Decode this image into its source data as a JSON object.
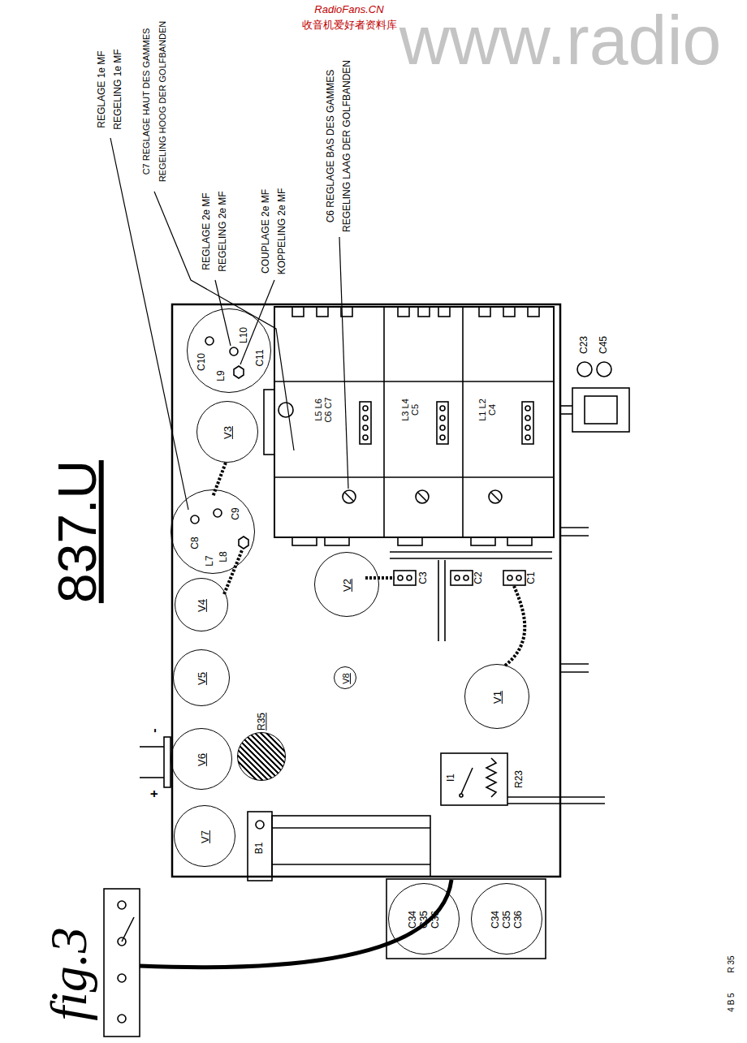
{
  "diagram": {
    "title": "837.U",
    "caption": "fig.3",
    "nodes": [
      {
        "text": [
          "C10",
          "L9",
          "L10",
          "C11"
        ]
      },
      {
        "text": [
          "V3"
        ]
      },
      {
        "text": [
          "C8",
          "L7",
          "L8",
          "C9"
        ]
      },
      {
        "text": [
          "V4"
        ]
      },
      {
        "text": [
          "V5"
        ]
      },
      {
        "text": [
          "V6"
        ]
      },
      {
        "text": [
          "V7"
        ]
      },
      {
        "text": [
          "V8"
        ]
      },
      {
        "text": [
          "V2"
        ]
      },
      {
        "text": [
          "V1"
        ]
      },
      {
        "text": [
          "R35"
        ]
      },
      {
        "text": [
          "C34",
          "C35",
          "C36"
        ]
      },
      {
        "text": [
          "C34",
          "C35",
          "C36"
        ]
      }
    ],
    "labels": [
      "RadioFans.CN",
      "收音机爱好者资料库",
      "www.radio",
      "REGLAGE 1e MF",
      "REGELING 1e MF",
      "C7 REGLAGE HAUT DES GAMMES",
      "REGELING HOOG DER GOLFBANDEN",
      "REGLAGE 2e MF",
      "REGELING 2e MF",
      "COUPLAGE 2e MF",
      "KOPPELING 2e MF",
      "C6 REGLAGE BAS DES GAMMES",
      "REGELING LAAG DER GOLFBANDEN",
      "L5 L6 C6 C7",
      "L3 L4 C5",
      "L1 L2 C4",
      "C3",
      "C2",
      "C1",
      "C23",
      "C45",
      "I1",
      "R23",
      "-",
      "+",
      "B1",
      "4 B 5",
      "R 35"
    ]
  }
}
